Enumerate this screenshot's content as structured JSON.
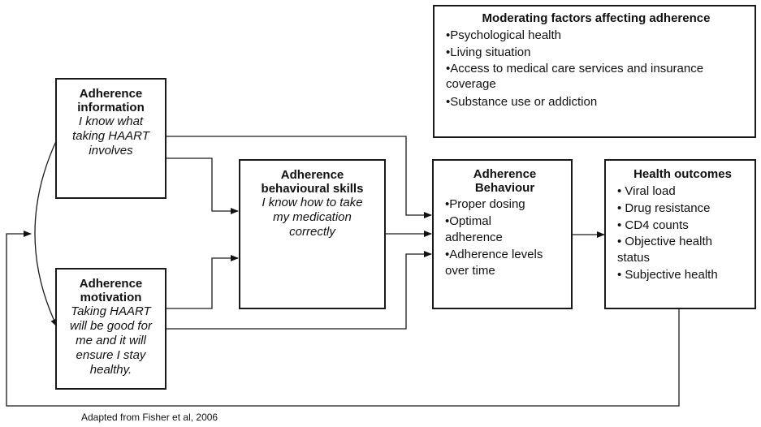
{
  "moderating": {
    "title": "Moderating factors affecting adherence",
    "items": [
      "•Psychological health",
      "•Living situation",
      "•Access to medical care services and insurance coverage",
      "•Substance use or addiction"
    ]
  },
  "information": {
    "title_line1": "Adherence",
    "title_line2": "information",
    "desc_line1": "I know what",
    "desc_line2": "taking HAART",
    "desc_line3": "involves"
  },
  "motivation": {
    "title_line1": "Adherence",
    "title_line2": "motivation",
    "desc_line1": "Taking HAART",
    "desc_line2": "will be good for",
    "desc_line3": "me and it will",
    "desc_line4": "ensure I stay",
    "desc_line5": "healthy."
  },
  "skills": {
    "title_line1": "Adherence",
    "title_line2": "behavioural skills",
    "desc_line1": "I know how to take",
    "desc_line2": "my medication",
    "desc_line3": "correctly"
  },
  "behaviour": {
    "title_line1": "Adherence",
    "title_line2": "Behaviour",
    "items": [
      "•Proper dosing",
      "•Optimal adherence",
      "•Adherence levels over time"
    ]
  },
  "outcomes": {
    "title": "Health outcomes",
    "items": [
      "• Viral load",
      "• Drug resistance",
      "• CD4 counts",
      "• Objective health status",
      "• Subjective health"
    ]
  },
  "caption": "Adapted from Fisher et al, 2006"
}
